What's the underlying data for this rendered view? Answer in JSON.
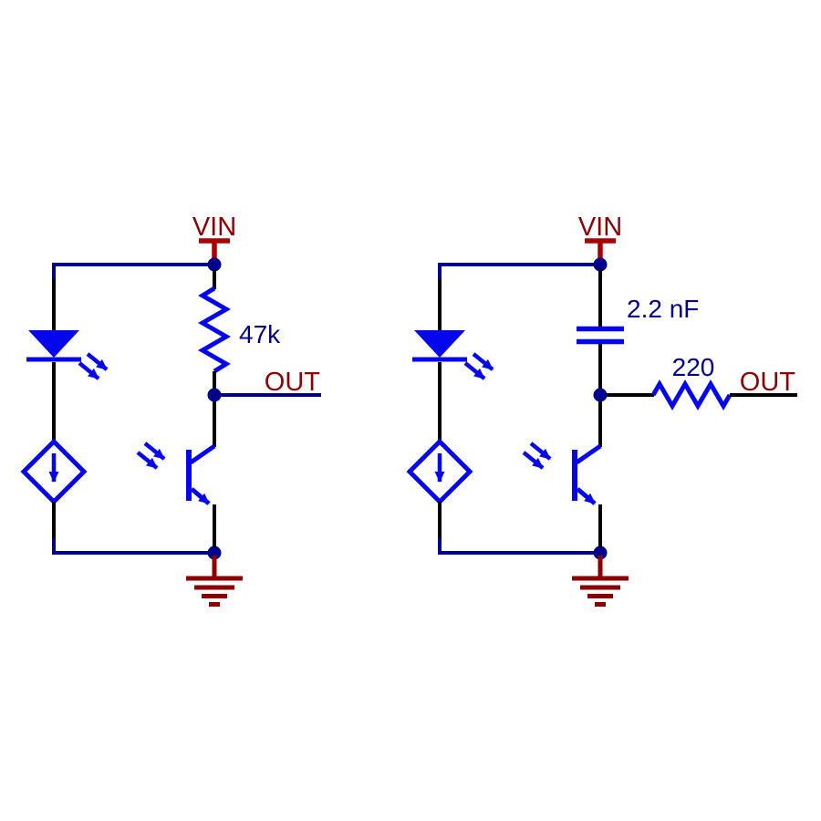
{
  "background": "#FFFFFF",
  "colors": {
    "wire_navy": "#00008B",
    "wire_black": "#000000",
    "component_blue": "#0606EE",
    "net_label_dark_red": "#8B0000",
    "power_rail_red": "#A80000",
    "value_text_navy": "#00008B"
  },
  "circuits": [
    {
      "power_label": "VIN",
      "output_label": "OUT",
      "pullup_resistor_value": "47k",
      "icons": [
        "led-icon",
        "current-source-icon",
        "resistor-icon",
        "phototransistor-icon",
        "ground-icon"
      ]
    },
    {
      "power_label": "VIN",
      "output_label": "OUT",
      "capacitor_value": "2.2 nF",
      "series_resistor_value": "220",
      "icons": [
        "led-icon",
        "current-source-icon",
        "capacitor-icon",
        "resistor-icon",
        "phototransistor-icon",
        "ground-icon"
      ]
    }
  ]
}
